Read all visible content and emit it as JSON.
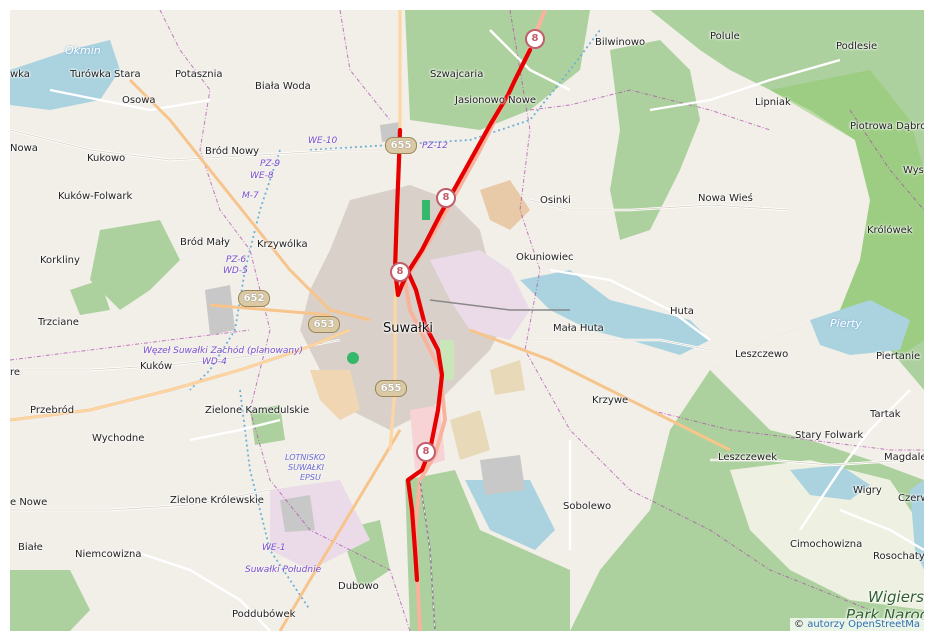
{
  "map": {
    "attribution_prefix": "©",
    "attribution_link": "autorzy OpenStreetMa",
    "places": {
      "okmin": "Okmin",
      "turowka_stara": "Turówka Stara",
      "wka": "wka",
      "potasznia": "Potasznia",
      "osowa": "Osowa",
      "biala_woda": "Biała Woda",
      "szwajcaria": "Szwajcaria",
      "bilwinowo": "Bilwinowo",
      "polule": "Polule",
      "podlesie": "Podlesie",
      "jasionowo_nowe": "Jasionowo Nowe",
      "lipniak": "Lipniak",
      "piotrowa_dabrowa": "Piotrowa Dąbrow",
      "nowa": "Nowa",
      "kukowo": "Kukowo",
      "brod_nowy": "Bród Nowy",
      "wysz": "Wysz",
      "kukow_folwark": "Kuków-Folwark",
      "osinki": "Osinki",
      "nowa_wies": "Nowa Wieś",
      "krolowek": "Królówek",
      "brod_maly": "Bród Mały",
      "krzywolka": "Krzywólka",
      "korkliny": "Korkliny",
      "okuniowiec": "Okuniowiec",
      "trzciane": "Trzciane",
      "suwalki": "Suwałki",
      "mala_huta": "Mała Huta",
      "huta": "Huta",
      "pierty": "Pierty",
      "leszczewo": "Leszczewo",
      "piertanie": "Piertanie",
      "kukow": "Kuków",
      "re": "re",
      "przebrod": "Przebród",
      "krzywe": "Krzywe",
      "tartak": "Tartak",
      "zielone_kamedulskie": "Zielone Kamedulskie",
      "wychodne": "Wychodne",
      "stary_folwark": "Stary Folwark",
      "leszczewek": "Leszczewek",
      "magdale": "Magdale",
      "wigry": "Wigry",
      "czerw": "Czerw",
      "e_nowe": "e Nowe",
      "zielone_krolewskie": "Zielone Królewskie",
      "sobolewo": "Sobolewo",
      "biale": "Białe",
      "niemcowizna": "Niemcowizna",
      "cimochowizna": "Cimochowizna",
      "rosochaty": "Rosochaty",
      "dubowo": "Dubowo",
      "poddubowek": "Poddubówek",
      "wigiers": "Wigiers",
      "park_narod": "Park Narod"
    },
    "features": {
      "we10": "WE-10",
      "pz12": "PZ-12",
      "pz9": "PZ-9",
      "we8": "WE-8",
      "m7": "M-7",
      "pz6": "PZ-6",
      "wd5": "WD-5",
      "wezel": "Węzeł Suwałki Zachód (planowany)",
      "wd4": "WD-4",
      "lotnisko1": "LOTNISKO",
      "lotnisko2": "SUWAŁKI",
      "lotnisko3": "EPSU",
      "we_low": "WE-1",
      "suwalki_poludnie": "Suwałki Południe"
    },
    "shields": {
      "r655_top": "655",
      "r652": "652",
      "r653": "653",
      "r655_mid": "655",
      "s8_a": "8",
      "s8_b": "8",
      "s8_c": "8",
      "s8_d": "8"
    },
    "colors": {
      "background": "#f2efe9",
      "forest": "#8fca6e",
      "forest_light": "#add19e",
      "water": "#aad3df",
      "urban": "#d9d0c9",
      "industrial": "#ebdbe8",
      "route_highlight": "#e60000",
      "boundary": "#ac46ac",
      "trunk_road": "#f9b29c"
    }
  }
}
